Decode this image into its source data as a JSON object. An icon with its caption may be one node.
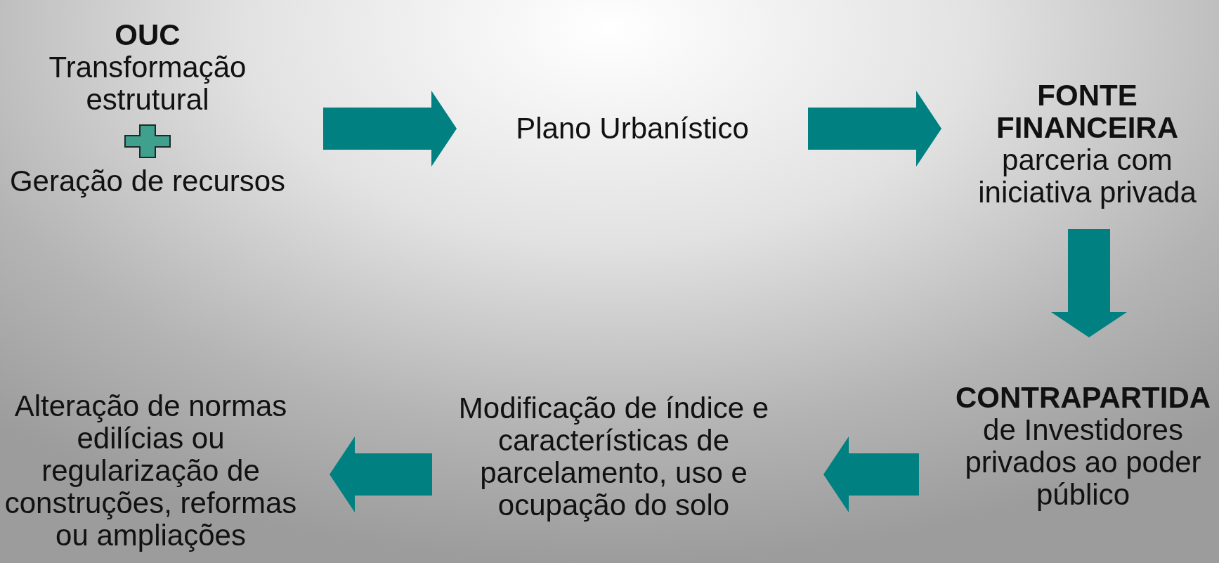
{
  "diagram": {
    "nodes": [
      {
        "text": [
          "OUC",
          "Transformação estrutural",
          "Geração de recursos"
        ]
      },
      {
        "text": [
          "Plano Urbanístico"
        ]
      },
      {
        "text": [
          "FONTE FINANCEIRA",
          "parceria com iniciativa privada"
        ]
      },
      {
        "text": [
          "CONTRAPARTIDA",
          "de Investidores privados ao poder público"
        ]
      },
      {
        "text": [
          "Modificação de índice e características de parcelamento, uso e ocupação do solo"
        ]
      },
      {
        "text": [
          "Alteração de normas edilícias ou regularização de construções, reformas ou ampliações"
        ]
      }
    ],
    "edges": [
      {
        "from": 0,
        "to": 1,
        "arrow": "to"
      },
      {
        "from": 1,
        "to": 2,
        "arrow": "to"
      },
      {
        "from": 2,
        "to": 3,
        "arrow": "to"
      },
      {
        "from": 3,
        "to": 4,
        "arrow": "to"
      },
      {
        "from": 4,
        "to": 5,
        "arrow": "to"
      }
    ]
  }
}
